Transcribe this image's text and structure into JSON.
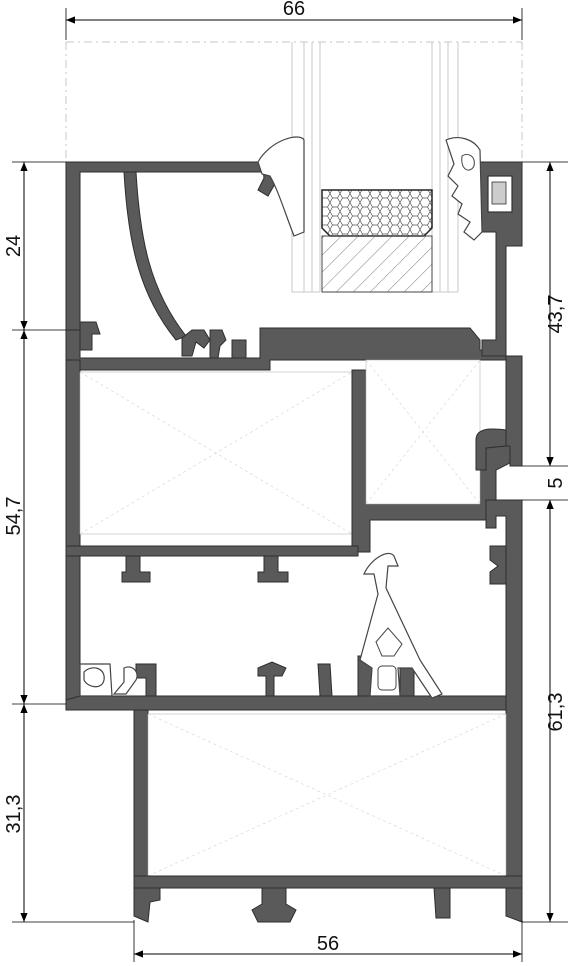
{
  "dimensions": {
    "top_width": "66",
    "bottom_width": "56",
    "left_upper": "24",
    "left_middle": "54,7",
    "left_lower": "31,3",
    "right_upper": "43,7",
    "right_gap": "5",
    "right_lower": "61,3"
  }
}
